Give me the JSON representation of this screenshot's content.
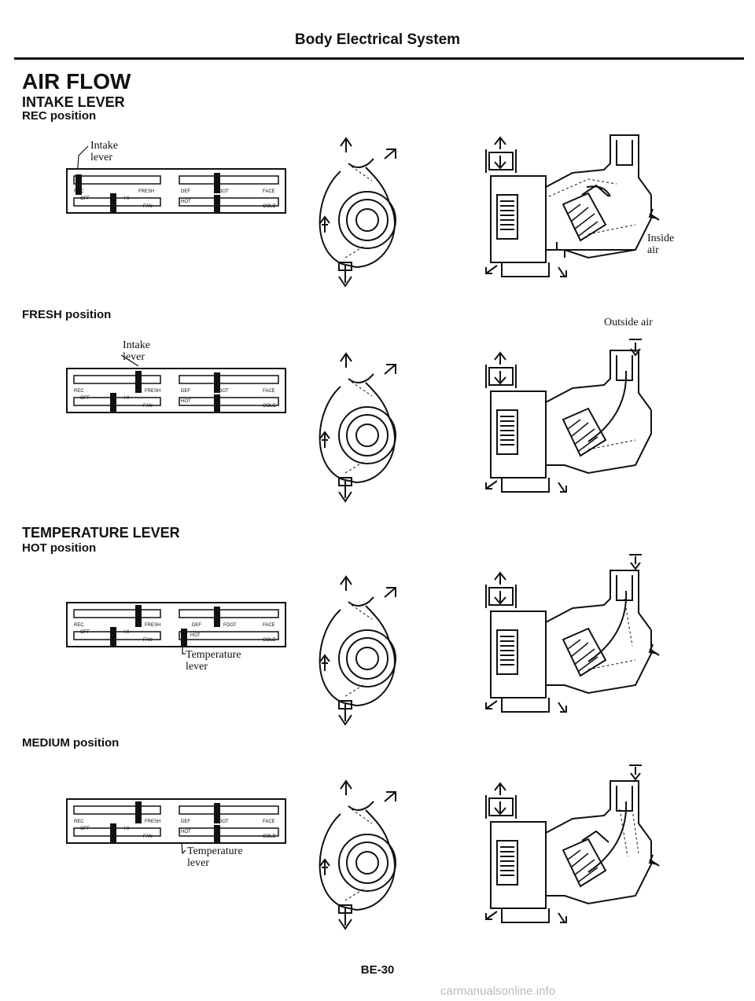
{
  "header": "Body Electrical System",
  "title": "AIR FLOW",
  "sections": {
    "intake": "INTAKE LEVER",
    "rec": "REC position",
    "fresh": "FRESH position",
    "temperature": "TEMPERATURE LEVER",
    "hot": "HOT position",
    "medium": "MEDIUM position"
  },
  "labels": {
    "intake_lever_1": [
      "Intake",
      "lever"
    ],
    "intake_lever_2": [
      "Intake",
      "lever"
    ],
    "temp_lever_1": [
      "Temperature",
      "lever"
    ],
    "temp_lever_2": [
      "Temperature",
      "lever"
    ],
    "inside_air": [
      "Inside",
      "air"
    ],
    "outside_air": "Outside air"
  },
  "panel_text": {
    "rec": "REC",
    "fresh": "FRESH",
    "off": "OFF",
    "hi": "HI",
    "fan": "FAN",
    "def": "DEF",
    "foot": "FOOT",
    "face": "FACE",
    "hot": "HOT",
    "cold": "COLD"
  },
  "page_number": "BE-30",
  "watermark": "carmanualsonline.info"
}
